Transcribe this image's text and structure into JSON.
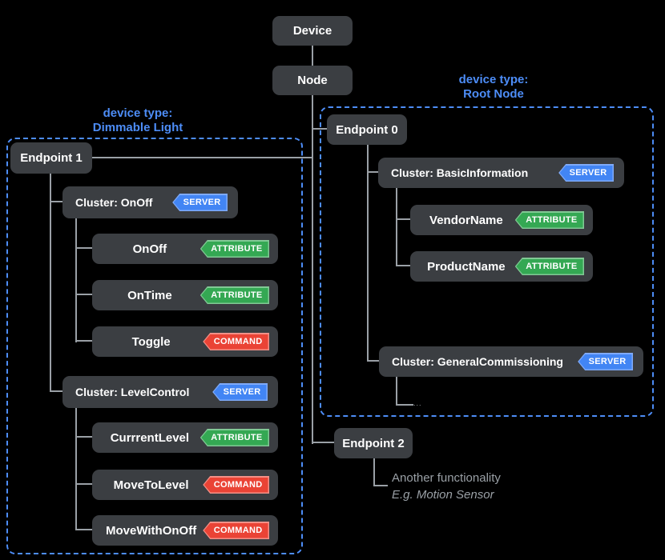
{
  "colors": {
    "background": "#000000",
    "node_box_bg": "#3b3e42",
    "node_text": "#ffffff",
    "connector_line": "#9aa0a6",
    "accent_blue": "#4d8df7",
    "badge_server": "#4285f4",
    "badge_attribute": "#34a853",
    "badge_command": "#ea4335",
    "note_gray": "#9aa0a6"
  },
  "device": {
    "label": "Device"
  },
  "node": {
    "label": "Node"
  },
  "left_group": {
    "caption": [
      "device type:",
      "Dimmable Light"
    ],
    "endpoint": "Endpoint 1",
    "clusters": [
      {
        "label": "Cluster: OnOff",
        "badge": "SERVER",
        "children": [
          {
            "label": "OnOff",
            "badge": "ATTRIBUTE"
          },
          {
            "label": "OnTime",
            "badge": "ATTRIBUTE"
          },
          {
            "label": "Toggle",
            "badge": "COMMAND"
          }
        ]
      },
      {
        "label": "Cluster: LevelControl",
        "badge": "SERVER",
        "children": [
          {
            "label": "CurrrentLevel",
            "badge": "ATTRIBUTE"
          },
          {
            "label": "MoveToLevel",
            "badge": "COMMAND"
          },
          {
            "label": "MoveWithOnOff",
            "badge": "COMMAND"
          }
        ]
      }
    ]
  },
  "right_group": {
    "caption": [
      "device type:",
      "Root Node"
    ],
    "endpoint": "Endpoint 0",
    "clusters": [
      {
        "label": "Cluster: BasicInformation",
        "badge": "SERVER",
        "children": [
          {
            "label": "VendorName",
            "badge": "ATTRIBUTE"
          },
          {
            "label": "ProductName",
            "badge": "ATTRIBUTE"
          }
        ]
      },
      {
        "label": "Cluster: GeneralCommissioning",
        "badge": "SERVER",
        "ellipsis": "..."
      }
    ]
  },
  "endpoint2": {
    "label": "Endpoint 2",
    "note": [
      "Another functionality",
      "E.g. Motion Sensor"
    ]
  }
}
